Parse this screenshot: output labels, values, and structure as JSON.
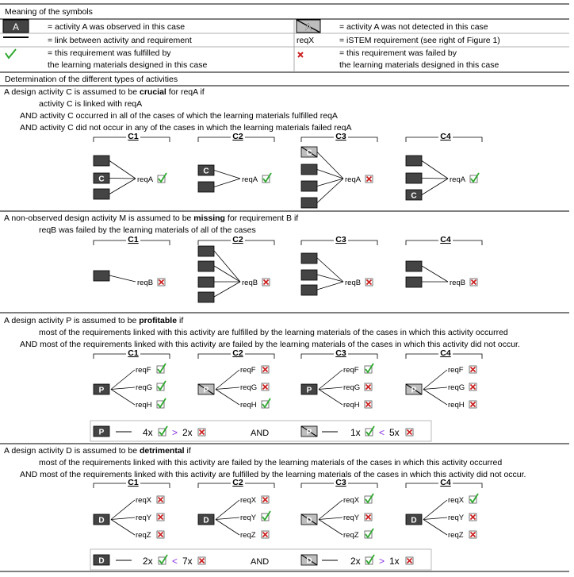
{
  "legend": {
    "title": "Meaning of the symbols",
    "observed_symbol": "A",
    "observed_text": "= activity A was observed in this case",
    "not_detected_symbol": "A",
    "not_detected_text": "= activity A was not detected in this case",
    "link_text": "= link between activity and requirement",
    "reqx_symbol": "reqX",
    "reqx_text": "= iSTEM requirement (see right of Figure 1)",
    "fulfilled_text_1": "= this requirement was fulfilled by",
    "fulfilled_text_2": "the learning materials designed in this case",
    "failed_text_1": "= this requirement was failed by",
    "failed_text_2": "the learning materials designed in this case"
  },
  "types_heading": "Determination of the different types of activities",
  "crucial": {
    "line1_pre": "A design activity C is assumed to be ",
    "line1_bold": "crucial",
    "line1_post": " for reqA if",
    "line2": "activity C is linked with reqA",
    "line3": "AND activity C occurred in all of the cases of which the learning materials fulfilled reqA",
    "line4": "AND activity C did not occur in any of the cases in which the learning materials failed reqA",
    "req": "reqA",
    "activity": "C",
    "cases": [
      {
        "label": "C1",
        "status": "ok"
      },
      {
        "label": "C2",
        "status": "ok"
      },
      {
        "label": "C3",
        "status": "fail"
      },
      {
        "label": "C4",
        "status": "ok"
      }
    ]
  },
  "missing": {
    "line1_pre": "A non-observed design activity M is assumed to be ",
    "line1_bold": "missing",
    "line1_post": " for requirement B if",
    "line2": "reqB was failed by the learning materials of all of the cases",
    "req": "reqB",
    "cases": [
      {
        "label": "C1",
        "status": "fail"
      },
      {
        "label": "C2",
        "status": "fail"
      },
      {
        "label": "C3",
        "status": "fail"
      },
      {
        "label": "C4",
        "status": "fail"
      }
    ]
  },
  "profitable": {
    "line1_pre": "A design activity P is assumed to be ",
    "line1_bold": "profitable",
    "line1_post": " if",
    "line2": "most of the requirements linked with this activity are fulfilled by the learning materials of the cases in which this activity occurred",
    "line3": "AND most of the requirements linked with this activity are failed by the learning materials of the cases in which this activity did not occur.",
    "activity": "P",
    "reqs": [
      "reqF",
      "reqG",
      "reqH"
    ],
    "cases": [
      {
        "label": "C1",
        "observed": true,
        "statuses": [
          "ok",
          "ok",
          "ok"
        ]
      },
      {
        "label": "C2",
        "observed": false,
        "statuses": [
          "fail",
          "fail",
          "ok"
        ]
      },
      {
        "label": "C3",
        "observed": true,
        "statuses": [
          "ok",
          "fail",
          "fail"
        ]
      },
      {
        "label": "C4",
        "observed": false,
        "statuses": [
          "fail",
          "fail",
          "fail"
        ]
      }
    ],
    "summary": {
      "left_a": "4x",
      "left_op": ">",
      "left_b": "2x",
      "and": "AND",
      "right_a": "1x",
      "right_op": "<",
      "right_b": "5x"
    }
  },
  "detrimental": {
    "line1_pre": "A design activity D is assumed to be ",
    "line1_bold": "detrimental",
    "line1_post": " if",
    "line2": "most of the requirements linked with this activity are failed by the learning materials of the cases in which this activity occurred",
    "line3": "AND most of the requirements linked with this activity are fulfilled by the learning materials of the cases in which this activity did not occur.",
    "activity": "D",
    "reqs": [
      "reqX",
      "reqY",
      "reqZ"
    ],
    "cases": [
      {
        "label": "C1",
        "observed": true,
        "statuses": [
          "fail",
          "fail",
          "fail"
        ]
      },
      {
        "label": "C2",
        "observed": true,
        "statuses": [
          "fail",
          "ok",
          "fail"
        ]
      },
      {
        "label": "C3",
        "observed": false,
        "statuses": [
          "ok",
          "fail",
          "ok"
        ]
      },
      {
        "label": "C4",
        "observed": true,
        "statuses": [
          "ok",
          "fail",
          "fail"
        ]
      }
    ],
    "summary": {
      "left_a": "2x",
      "left_op": "<",
      "left_b": "7x",
      "and": "AND",
      "right_a": "2x",
      "right_op": ">",
      "right_b": "1x"
    }
  },
  "colors": {
    "check": "#2ea82e",
    "cross": "#cc2222",
    "box": "#444444",
    "box_hidden": "#bdbdbd"
  }
}
